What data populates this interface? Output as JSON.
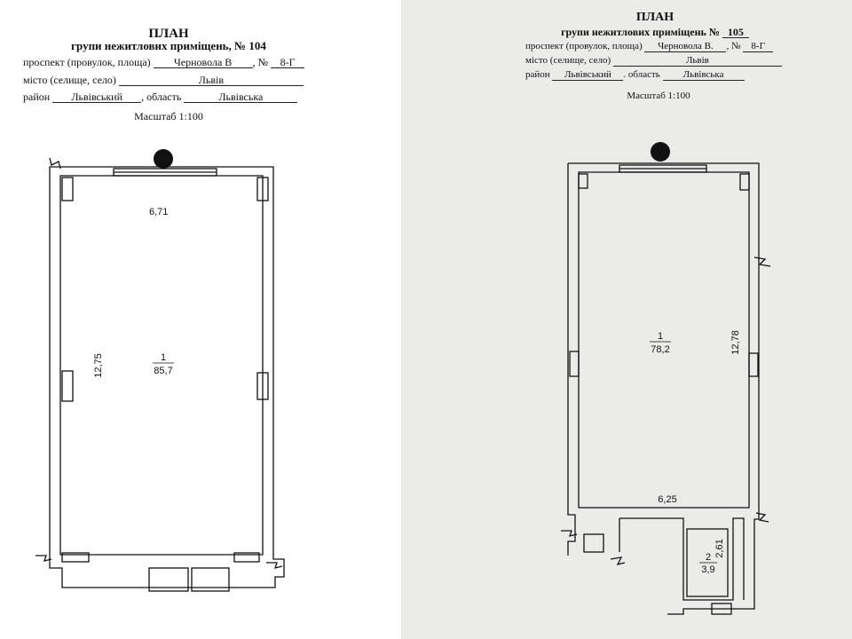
{
  "left": {
    "title": "ПЛАН",
    "subtitle_prefix": "групи нежитлових приміщень, №",
    "number": "104",
    "street_label": "проспект (провулок, площа)",
    "street_value": "Черновола В",
    "house_label": ", №",
    "house_value": "8-Г",
    "city_label": "місто (селище, село)",
    "city_value": "Львів",
    "district_label": "район",
    "district_value": "Львівський",
    "region_label": ", область",
    "region_value": "Львівська",
    "scale": "Масштаб 1:100",
    "width_dim": "6,71",
    "length_dim": "12,75",
    "room_number": "1",
    "room_area": "85,7"
  },
  "right": {
    "title": "ПЛАН",
    "subtitle_prefix": "групи нежитлових приміщень №",
    "number": "105",
    "street_label": "проспект (провулок, площа)",
    "street_value": "Черновола В.",
    "house_label": ", №",
    "house_value": "8-Г",
    "city_label": "місто (селище, село)",
    "city_value": "Львів",
    "district_label": "район",
    "district_value": "Львівський",
    "region_label": ". область",
    "region_value": "Львівська",
    "scale": "Масштаб 1:100",
    "length_dim": "12,78",
    "width_dim": "6,25",
    "room1_number": "1",
    "room1_area": "78,2",
    "room2_number": "2",
    "room2_area": "3,9",
    "room2_dim": "2,61"
  }
}
